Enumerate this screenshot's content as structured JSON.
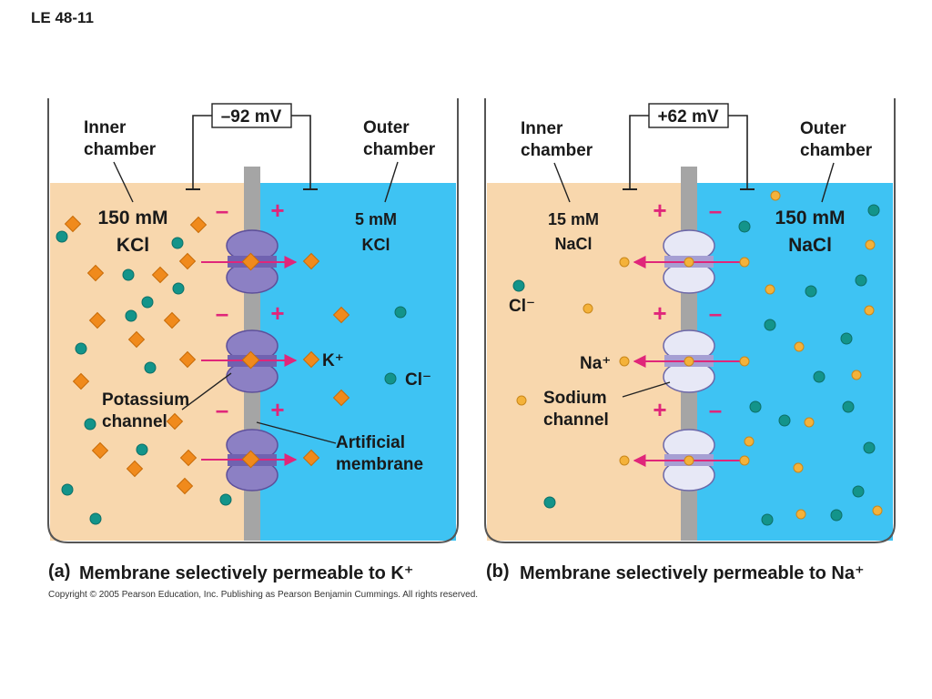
{
  "figure_id": "LE 48-11",
  "copyright": "Copyright ©  2005 Pearson Education, Inc. Publishing as Pearson Benjamin Cummings. All rights reserved.",
  "colors": {
    "inner": "#f8d7ad",
    "outer": "#3ec3f3",
    "membrane": "#a5a5a5",
    "k_ion": "#f08a1c",
    "cl_ion": "#13948a",
    "na_ion": "#f4b23a",
    "arrow": "#e0267a",
    "k_channel": "#8c80c4",
    "na_channel": "#e7e8f6"
  },
  "panel_a": {
    "caption_letter": "(a)",
    "caption": "Membrane selectively permeable to K⁺",
    "voltage": "–92 mV",
    "inner_label": [
      "Inner",
      "chamber"
    ],
    "outer_label": [
      "Outer",
      "chamber"
    ],
    "inner_conc": [
      "150 mM",
      "KCl"
    ],
    "outer_conc": [
      "5 mM",
      "KCl"
    ],
    "left_sign": "–",
    "right_sign": "+",
    "ion_label_1": "K⁺",
    "ion_label_2": "Cl⁻",
    "channel_label": [
      "Potassium",
      "channel"
    ],
    "membrane_label": [
      "Artificial",
      "membrane"
    ]
  },
  "panel_b": {
    "caption_letter": "(b)",
    "caption": "Membrane selectively permeable to Na⁺",
    "voltage": "+62 mV",
    "inner_label": [
      "Inner",
      "chamber"
    ],
    "outer_label": [
      "Outer",
      "chamber"
    ],
    "inner_conc": [
      "15 mM",
      "NaCl"
    ],
    "outer_conc": [
      "150 mM",
      "NaCl"
    ],
    "left_sign": "+",
    "right_sign": "–",
    "ion_label_1": "Na⁺",
    "ion_label_2": "Cl⁻",
    "channel_label": [
      "Sodium",
      "channel"
    ]
  }
}
